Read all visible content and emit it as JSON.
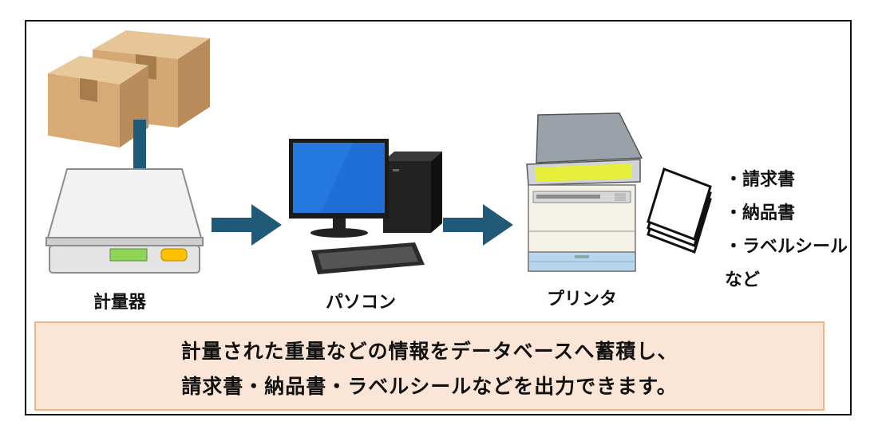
{
  "labels": {
    "scale": "計量器",
    "pc": "パソコン",
    "printer": "プリンタ"
  },
  "documents": [
    "・請求書",
    "・納品書",
    "・ラベルシール",
    "など"
  ],
  "caption": {
    "line1": "計量された重量などの情報をデータベースへ蓄積し、",
    "line2": "請求書・納品書・ラベルシールなどを出力できます。"
  },
  "colors": {
    "arrow": "#1f5a78",
    "caption_bg": "#fbe5d6",
    "caption_border": "#f4b183",
    "box": "#d2a679",
    "screen": "#1f6fd6",
    "scale_display": "#8fd45a",
    "scale_button": "#ffc000"
  }
}
